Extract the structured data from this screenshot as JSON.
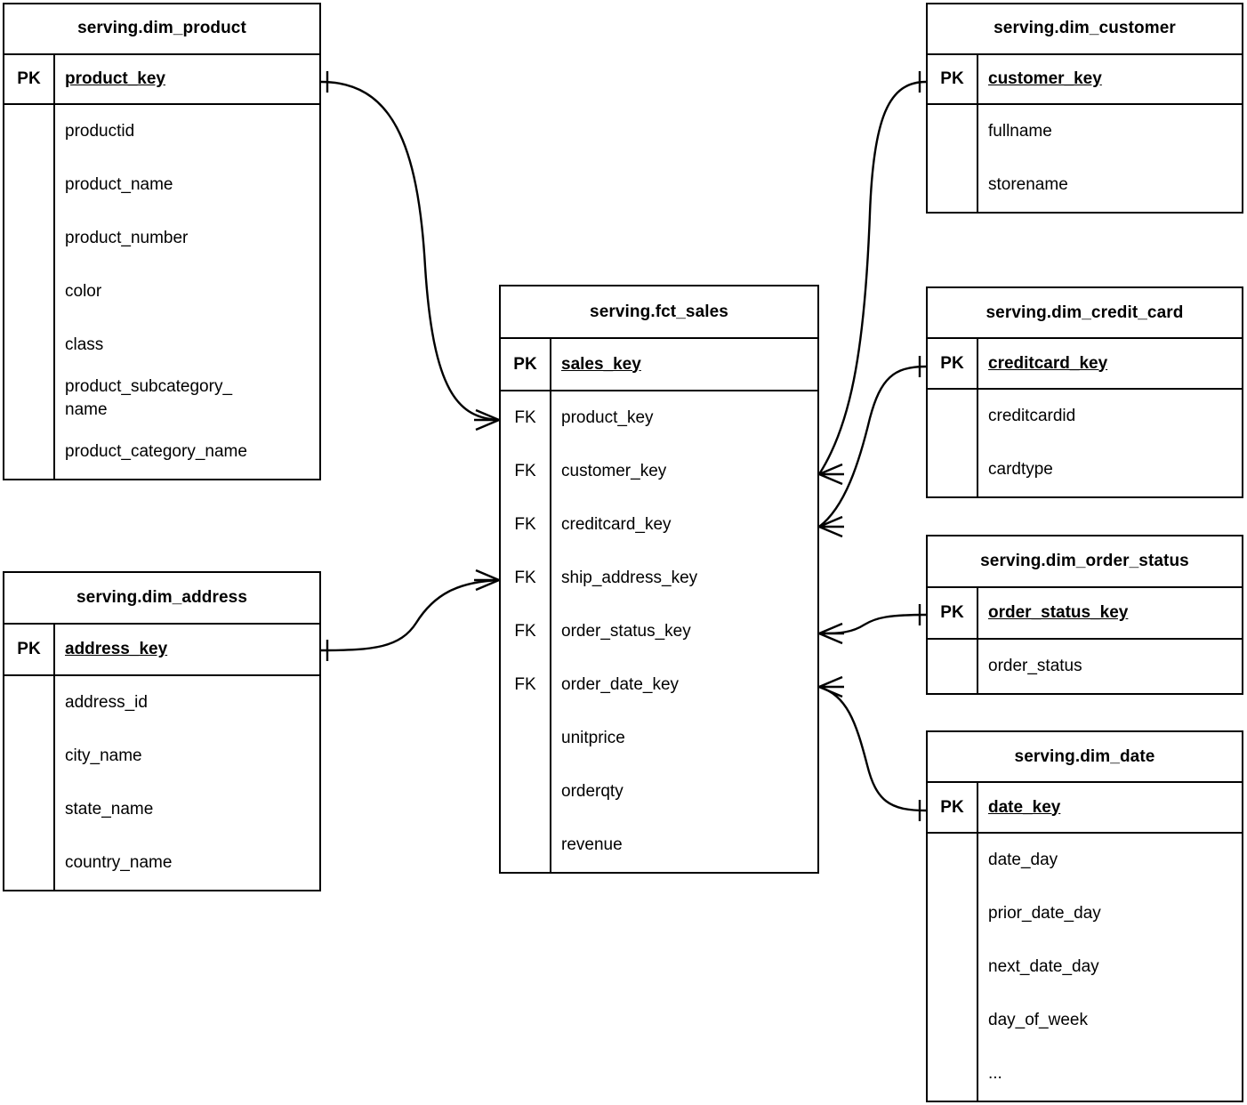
{
  "diagram": {
    "type": "entity-relationship-diagram",
    "notation": "crow's-foot",
    "background": "#ffffff",
    "line_color": "#000000"
  },
  "entities": [
    {
      "id": "dim_product",
      "title": "serving.dim_product",
      "pk_label": "PK",
      "pk_field": "product_key",
      "attributes": [
        {
          "key": "",
          "name": "productid"
        },
        {
          "key": "",
          "name": "product_name"
        },
        {
          "key": "",
          "name": "product_number"
        },
        {
          "key": "",
          "name": "color"
        },
        {
          "key": "",
          "name": "class"
        },
        {
          "key": "",
          "name": "product_subcategory_",
          "name2": "name"
        },
        {
          "key": "",
          "name": "product_category_name"
        }
      ]
    },
    {
      "id": "dim_address",
      "title": "serving.dim_address",
      "pk_label": "PK",
      "pk_field": "address_key",
      "attributes": [
        {
          "key": "",
          "name": "address_id"
        },
        {
          "key": "",
          "name": "city_name"
        },
        {
          "key": "",
          "name": "state_name"
        },
        {
          "key": "",
          "name": "country_name"
        }
      ]
    },
    {
      "id": "fct_sales",
      "title": "serving.fct_sales",
      "pk_label": "PK",
      "pk_field": "sales_key",
      "attributes": [
        {
          "key": "FK",
          "name": "product_key"
        },
        {
          "key": "FK",
          "name": "customer_key"
        },
        {
          "key": "FK",
          "name": "creditcard_key"
        },
        {
          "key": "FK",
          "name": "ship_address_key"
        },
        {
          "key": "FK",
          "name": "order_status_key"
        },
        {
          "key": "FK",
          "name": "order_date_key"
        },
        {
          "key": "",
          "name": "unitprice"
        },
        {
          "key": "",
          "name": "orderqty"
        },
        {
          "key": "",
          "name": "revenue"
        }
      ]
    },
    {
      "id": "dim_customer",
      "title": "serving.dim_customer",
      "pk_label": "PK",
      "pk_field": "customer_key",
      "attributes": [
        {
          "key": "",
          "name": "fullname"
        },
        {
          "key": "",
          "name": "storename"
        }
      ]
    },
    {
      "id": "dim_credit_card",
      "title": "serving.dim_credit_card",
      "pk_label": "PK",
      "pk_field": "creditcard_key",
      "attributes": [
        {
          "key": "",
          "name": "creditcardid"
        },
        {
          "key": "",
          "name": "cardtype"
        }
      ]
    },
    {
      "id": "dim_order_status",
      "title": "serving.dim_order_status",
      "pk_label": "PK",
      "pk_field": "order_status_key",
      "attributes": [
        {
          "key": "",
          "name": "order_status"
        }
      ]
    },
    {
      "id": "dim_date",
      "title": "serving.dim_date",
      "pk_label": "PK",
      "pk_field": "date_key",
      "attributes": [
        {
          "key": "",
          "name": "date_day"
        },
        {
          "key": "",
          "name": "prior_date_day"
        },
        {
          "key": "",
          "name": "next_date_day"
        },
        {
          "key": "",
          "name": "day_of_week"
        },
        {
          "key": "",
          "name": "..."
        }
      ]
    }
  ],
  "relationships": [
    {
      "from": "dim_product.product_key",
      "to": "fct_sales.product_key",
      "from_card": "one",
      "to_card": "many"
    },
    {
      "from": "dim_address.address_key",
      "to": "fct_sales.ship_address_key",
      "from_card": "one",
      "to_card": "many"
    },
    {
      "from": "dim_customer.customer_key",
      "to": "fct_sales.customer_key",
      "from_card": "one",
      "to_card": "many"
    },
    {
      "from": "dim_credit_card.creditcard_key",
      "to": "fct_sales.creditcard_key",
      "from_card": "one",
      "to_card": "many"
    },
    {
      "from": "dim_order_status.order_status_key",
      "to": "fct_sales.order_status_key",
      "from_card": "one",
      "to_card": "many"
    },
    {
      "from": "dim_date.date_key",
      "to": "fct_sales.order_date_key",
      "from_card": "one",
      "to_card": "many"
    }
  ]
}
